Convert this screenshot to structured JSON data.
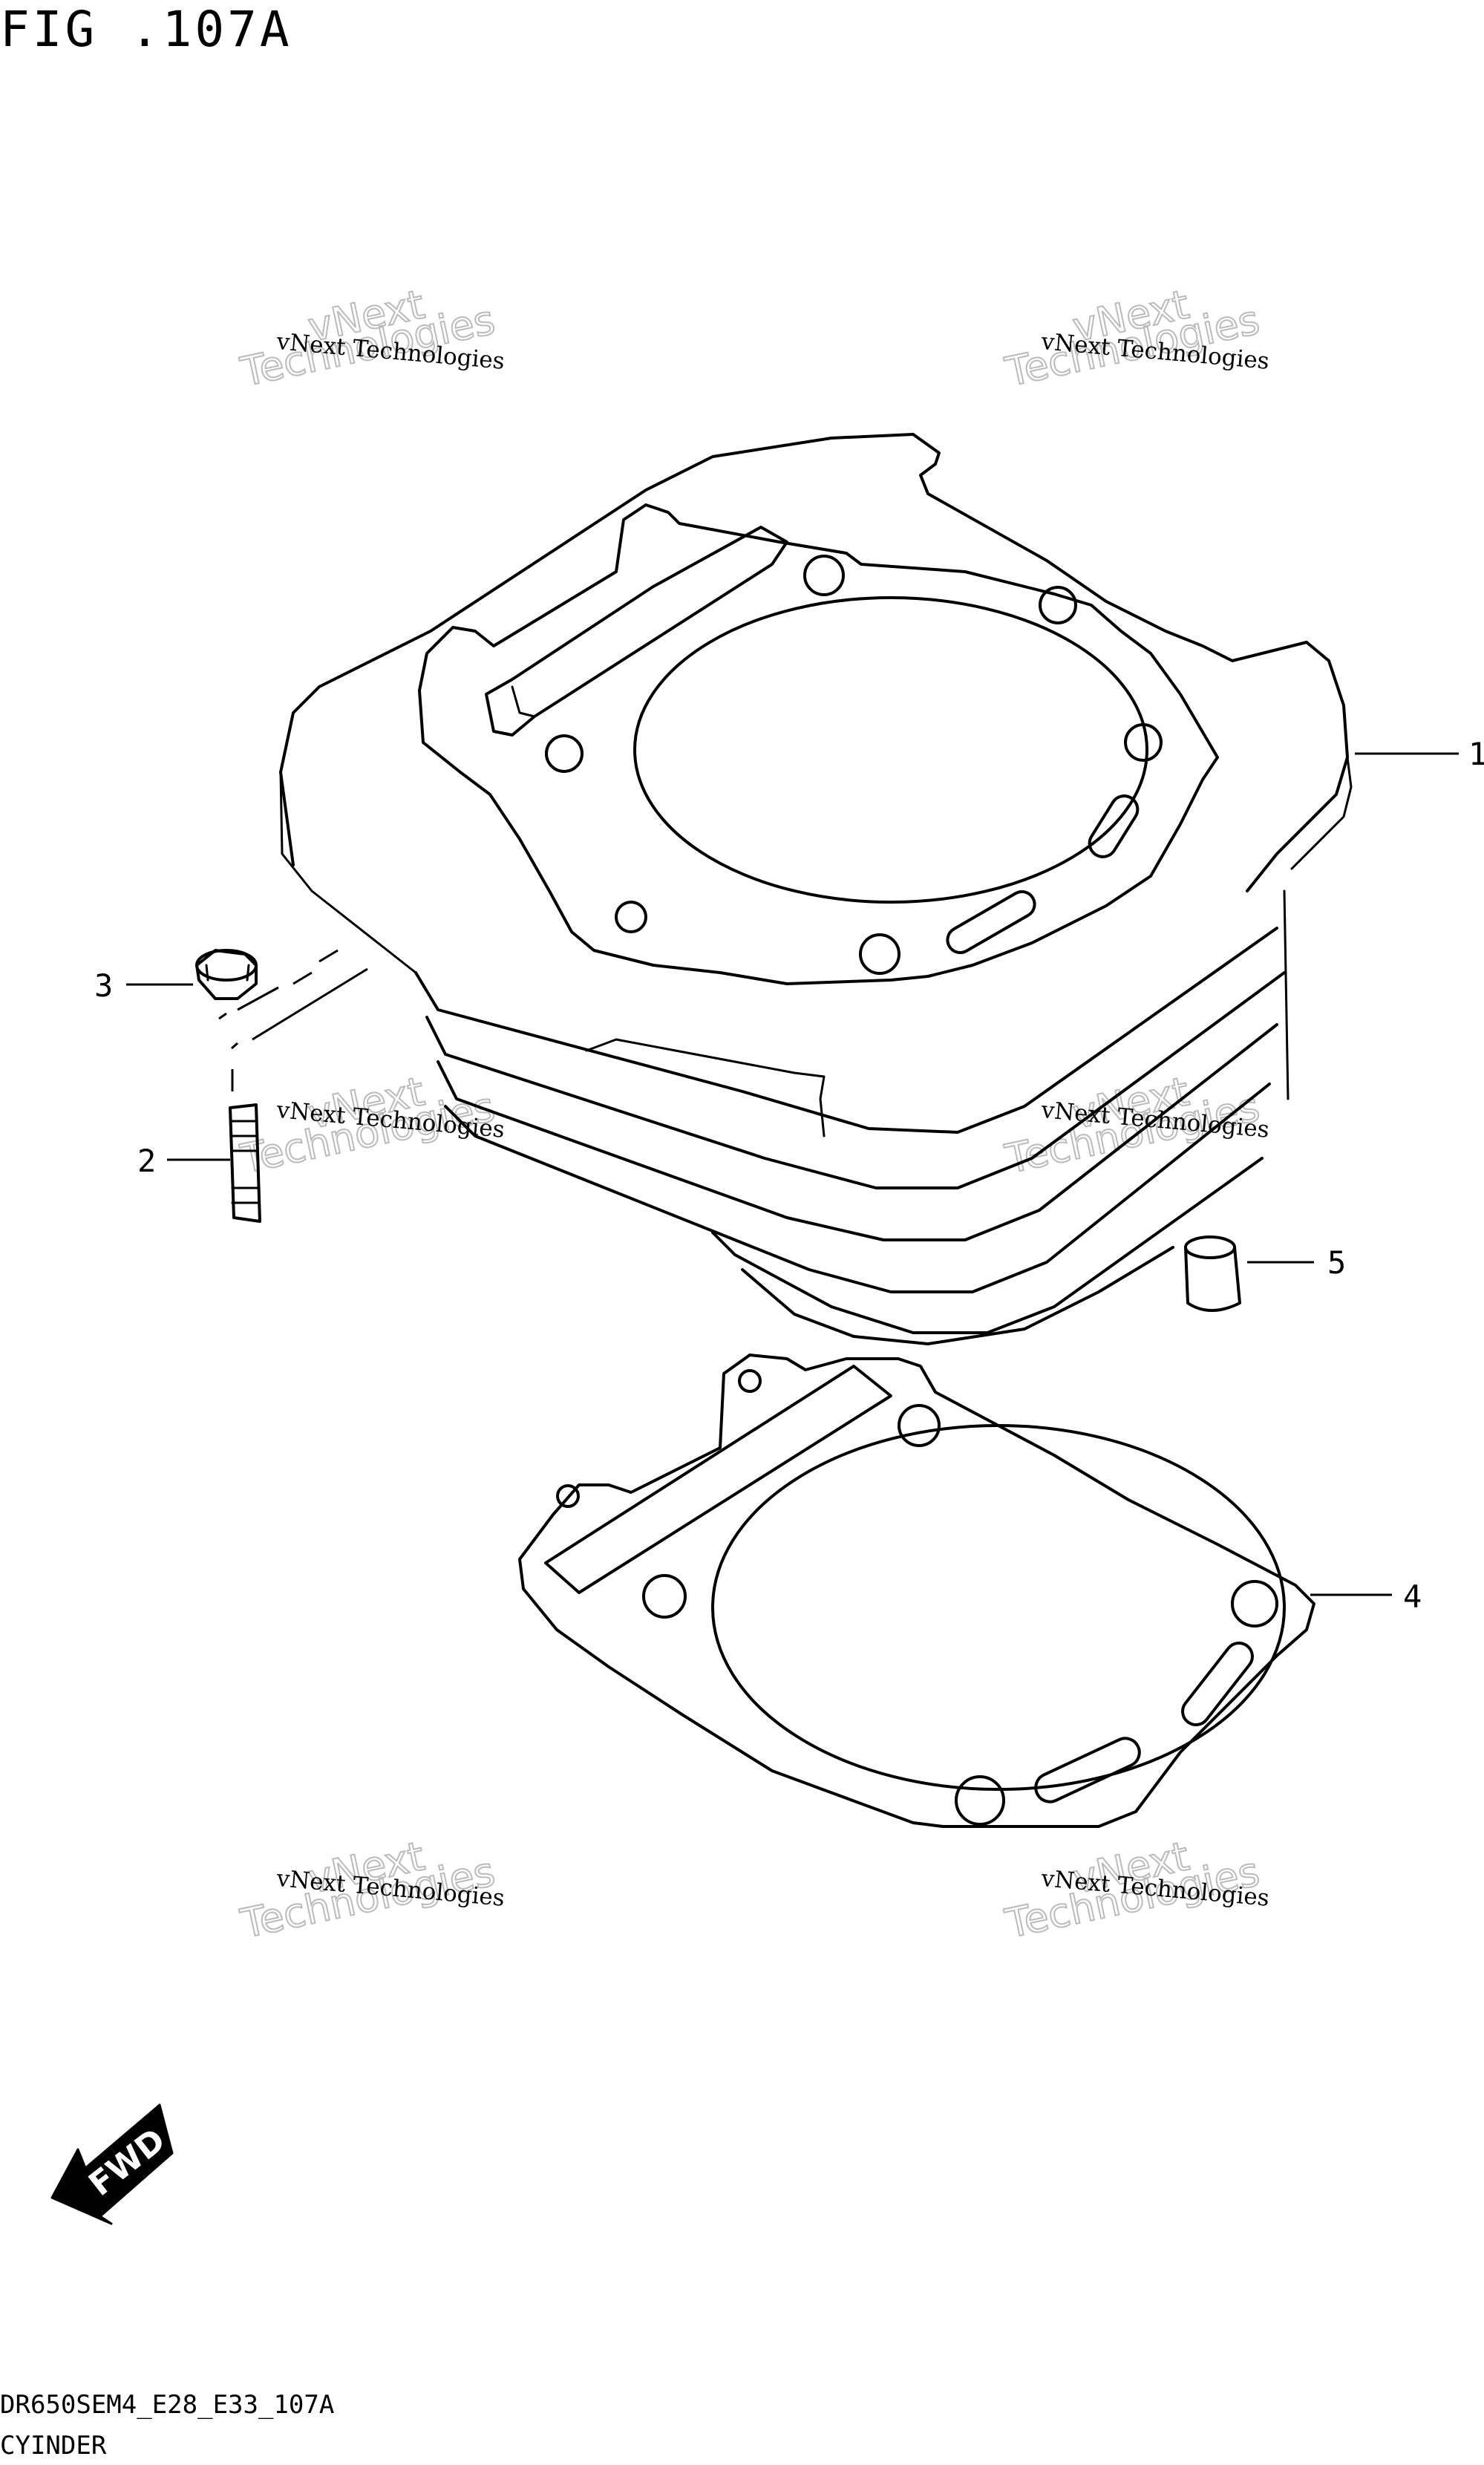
{
  "figure_title": "FIG .107A",
  "footer": {
    "model_code": "DR650SEM4_E28_E33_107A",
    "caption": "CYINDER"
  },
  "watermark": {
    "small_text": "vNext Technologies",
    "big_line1": "vNext",
    "big_line2": "Technologies"
  },
  "callouts": [
    {
      "number": "1",
      "part": "cylinder"
    },
    {
      "number": "2",
      "part": "stud"
    },
    {
      "number": "3",
      "part": "nut"
    },
    {
      "number": "4",
      "part": "cylinder-base-gasket"
    },
    {
      "number": "5",
      "part": "dowel-pin"
    }
  ],
  "fwd_indicator": "FWD"
}
